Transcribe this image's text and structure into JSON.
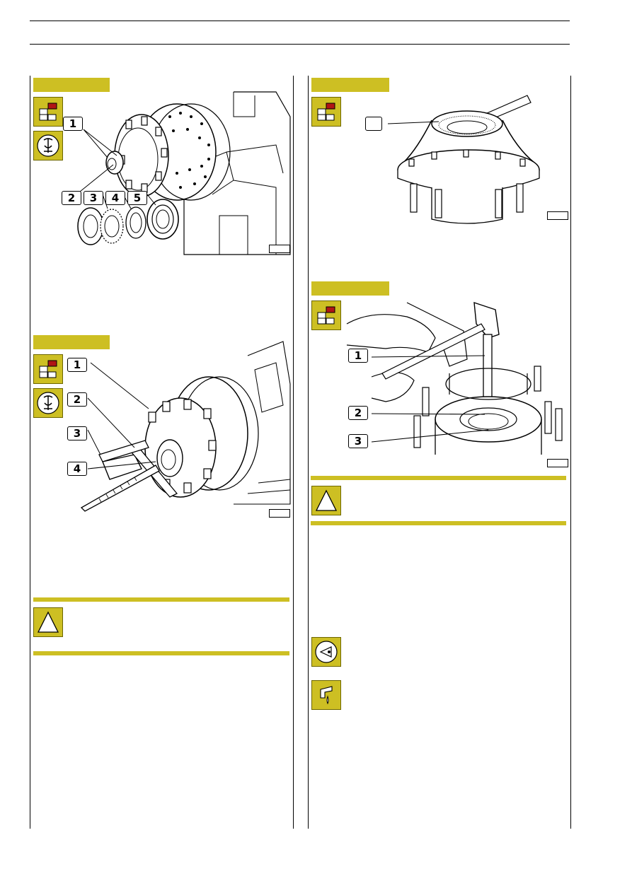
{
  "figures": [
    {
      "id": "fig-top-left",
      "callouts": [
        "1",
        "2",
        "3",
        "4",
        "5"
      ]
    },
    {
      "id": "fig-top-right",
      "callouts": [
        ""
      ]
    },
    {
      "id": "fig-mid-left",
      "callouts": [
        "1",
        "2",
        "3",
        "4"
      ]
    },
    {
      "id": "fig-mid-right",
      "callouts": [
        "1",
        "2",
        "3"
      ]
    }
  ],
  "icons": {
    "disassembly": "disassembly-icon",
    "puller": "puller-tool-icon",
    "warning": "warning-triangle-icon",
    "visual_check": "visual-inspection-icon",
    "lubricate": "lubricate-icon"
  },
  "colors": {
    "accent": "#cdbf23",
    "accent_border": "#6d6600",
    "callout_red": "#b01515"
  }
}
